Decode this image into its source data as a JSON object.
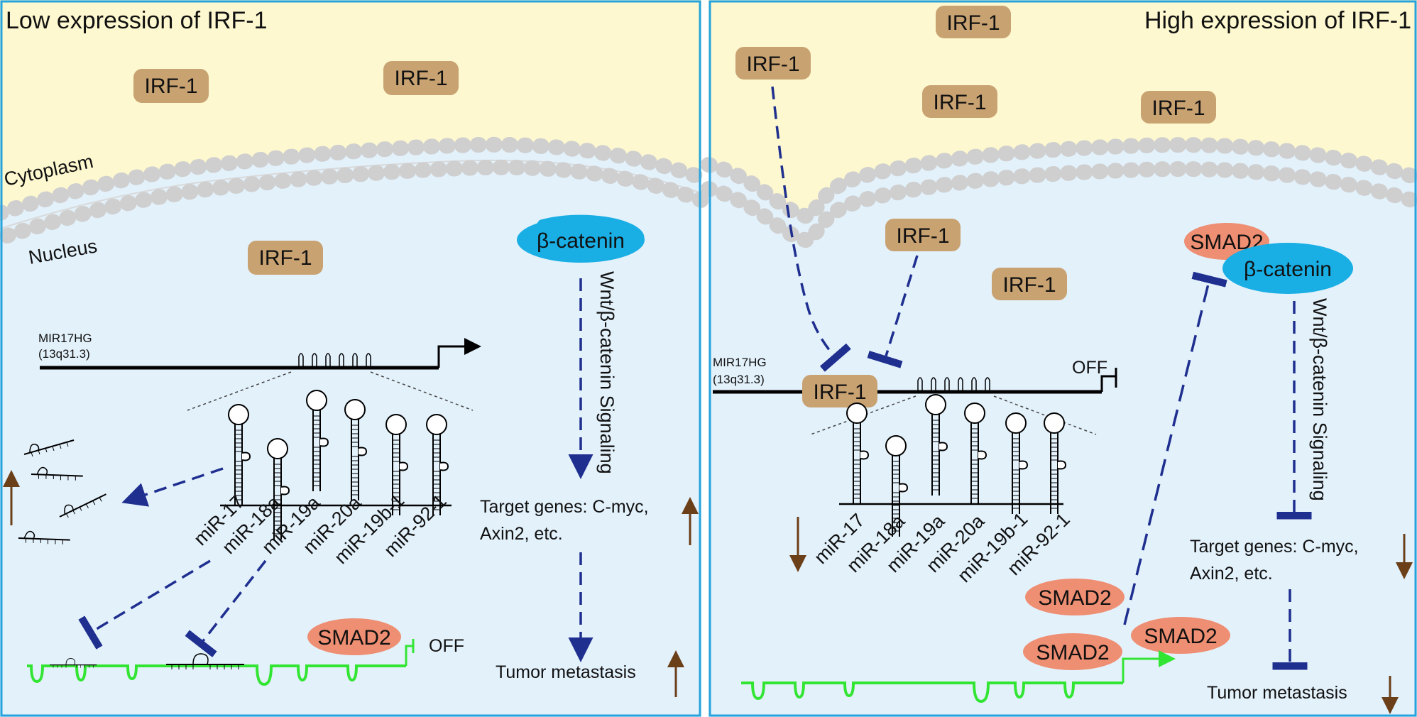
{
  "left": {
    "title": "Low expression of IRF-1",
    "cytoplasm_label": "Cytoplasm",
    "nucleus_label": "Nucleus",
    "irf_box": "IRF-1",
    "beta_catenin": "β-catenin",
    "gene_name": "MIR17HG",
    "gene_locus": "(13q31.3)",
    "mirnas": [
      "miR-17",
      "miR-18a",
      "miR-19a",
      "miR-20a",
      "miR-19b-1",
      "miR-92-1"
    ],
    "signaling": "Wnt/β-catenin Signaling",
    "target_line1": "Target genes: C-myc,",
    "target_line2": "Axin2, etc.",
    "tumor": "Tumor metastasis",
    "smad2": "SMAD2",
    "off": "OFF"
  },
  "right": {
    "title": "High expression of IRF-1",
    "irf_box": "IRF-1",
    "beta_catenin": "β-catenin",
    "gene_name": "MIR17HG",
    "gene_locus": "(13q31.3)",
    "mirnas": [
      "miR-17",
      "miR-18a",
      "miR-19a",
      "miR-20a",
      "miR-19b-1",
      "miR-92-1"
    ],
    "signaling": "Wnt/β-catenin Signaling",
    "target_line1": "Target genes: C-myc,",
    "target_line2": "Axin2, etc.",
    "tumor": "Tumor metastasis",
    "smad2": "SMAD2",
    "off": "OFF"
  },
  "colors": {
    "cytoplasm": "#fdf8cf",
    "nucleus": "#e3f1fb",
    "panel_border": "#26a3dd",
    "irf_box": "#c9a272",
    "beta_catenin": "#19aee4",
    "smad2": "#ee8e72",
    "mrna": "#33e533",
    "dash": "#1f2f8f",
    "up_down_arrow": "#6b3f18",
    "membrane": "#cfcfcf"
  }
}
